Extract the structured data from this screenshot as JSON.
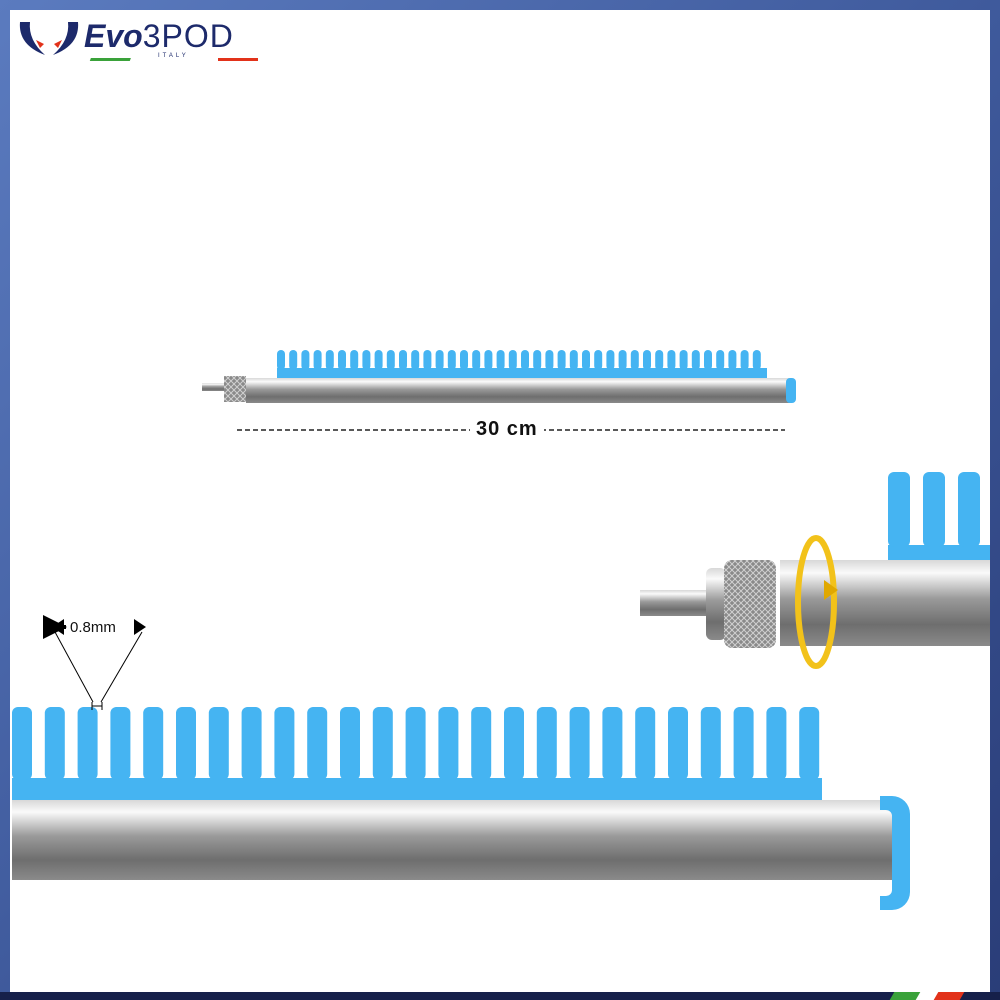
{
  "brand": {
    "name_part1": "Evo",
    "name_part2": "3POD",
    "subtitle": "ITALY"
  },
  "annotations": {
    "length_label": "30 cm",
    "tooth_gap_label": "0.8mm"
  },
  "colors": {
    "comb_blue": "#45b4f2",
    "logo_navy": "#1d2a6b",
    "arrow_yellow": "#f2c21a",
    "flag_green": "#3aa23a",
    "flag_red": "#e2321a"
  }
}
